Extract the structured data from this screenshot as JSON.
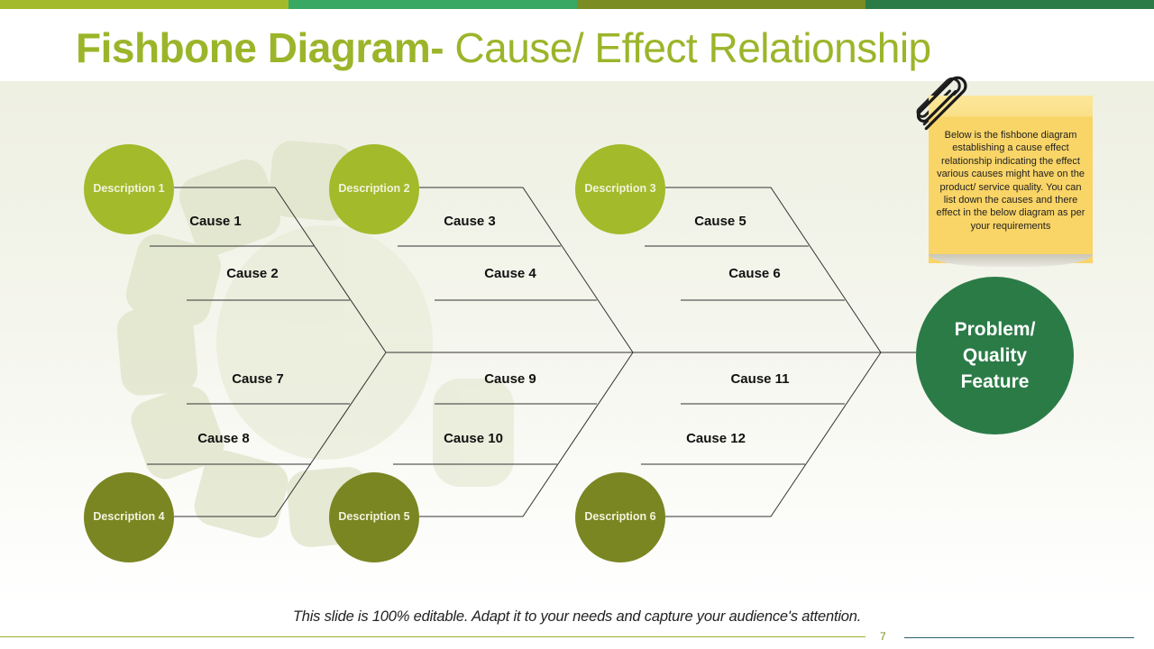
{
  "colors": {
    "topbar": [
      "#a3ba2b",
      "#39a862",
      "#7a8c22",
      "#2b7b47"
    ],
    "title": "#9bb52a",
    "circle_top": "#a3ba2b",
    "circle_bottom": "#7a8622",
    "problem": "#2b7b47",
    "note": "#f9d466",
    "line": "#333333"
  },
  "title": {
    "bold": "Fishbone Diagram-",
    "light": " Cause/ Effect Relationship"
  },
  "descriptions": {
    "top": [
      "Description  1",
      "Description  2",
      "Description  3"
    ],
    "bottom": [
      "Description  4",
      "Description  5",
      "Description  6"
    ]
  },
  "causes": {
    "c1": "Cause 1",
    "c2": "Cause 2",
    "c3": "Cause 3",
    "c4": "Cause 4",
    "c5": "Cause 5",
    "c6": "Cause 6",
    "c7": "Cause 7",
    "c8": "Cause 8",
    "c9": "Cause 9",
    "c10": "Cause 10",
    "c11": "Cause 11",
    "c12": "Cause 12"
  },
  "problem": {
    "line1": "Problem/",
    "line2": "Quality",
    "line3": "Feature"
  },
  "note": {
    "text": "Below is the fishbone diagram establishing a cause effect relationship indicating the effect various causes might have on the product/ service quality. You can list down the causes and there effect in the below diagram as per your requirements"
  },
  "footer": {
    "text": "This slide is 100% editable. Adapt it to your needs and capture your audience's attention.",
    "page_number": "7"
  }
}
